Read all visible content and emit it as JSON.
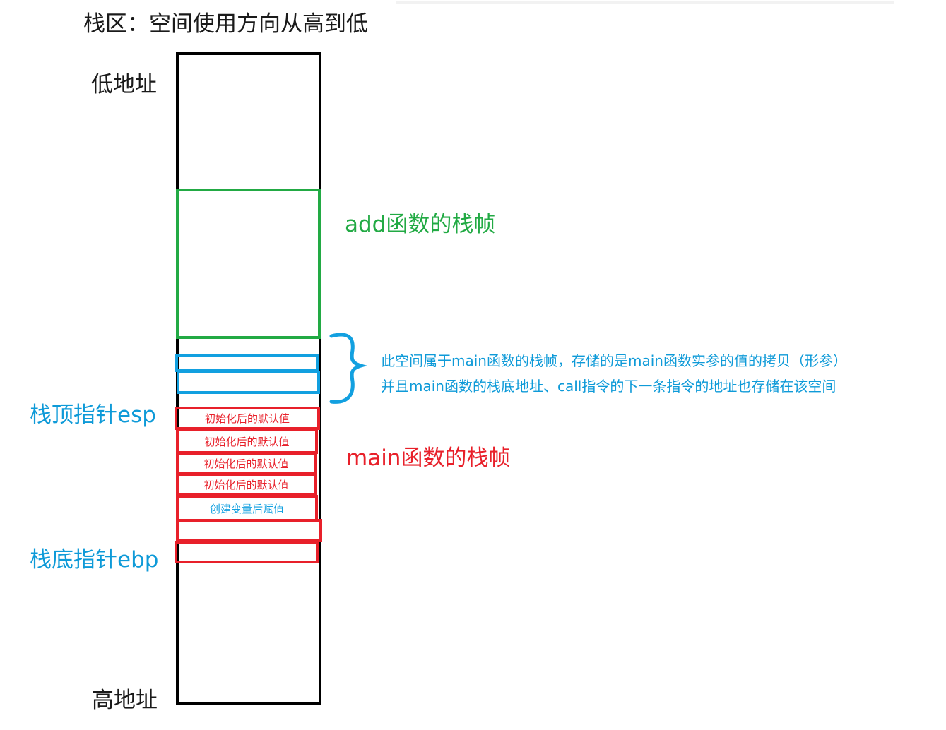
{
  "title": "栈区：空间使用方向从高到低",
  "labels": {
    "low_address": "低地址",
    "high_address": "高地址",
    "esp": "栈顶指针esp",
    "ebp": "栈底指针ebp",
    "add_frame": "add函数的栈帧",
    "main_frame": "main函数的栈帧"
  },
  "note": {
    "line1": "此空间属于main函数的栈帧，存储的是main函数实参的值的拷贝（形参）",
    "line2": "并且main函数的栈底地址、call指令的下一条指令的地址也存储在该空间"
  },
  "cells": [
    {
      "text": "初始化后的默认值"
    },
    {
      "text": "初始化后的默认值"
    },
    {
      "text": "初始化后的默认值"
    },
    {
      "text": "初始化后的默认值"
    },
    {
      "text": "创建变量后赋值"
    },
    {
      "text": ""
    },
    {
      "text": ""
    }
  ],
  "colors": {
    "stack_border": "#000000",
    "add_frame": "#22aa44",
    "args_region": "#12a0e0",
    "main_frame": "#e8202a",
    "pointer_text": "#0e9ad8"
  }
}
